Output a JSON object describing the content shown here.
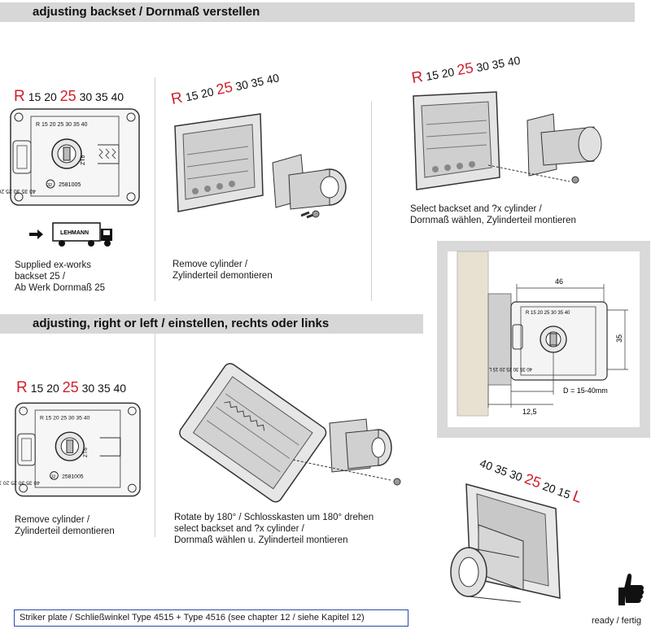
{
  "sections": {
    "backset_title": "adjusting backset / Dornmaß verstellen",
    "hand_title": "adjusting, right or left / einstellen, rechts oder links"
  },
  "scale": {
    "prefix": "R",
    "pre": "15 20",
    "highlight": "25",
    "post": "30 35 40"
  },
  "scale_reverse": {
    "pre": "40 35 30",
    "highlight": "25",
    "post": "20 15",
    "suffix": "L"
  },
  "lock_plate": {
    "top_text": "R 15 20 25 30 35 40",
    "bottom_text": "40 35 30 25 20 15 L",
    "part_number": "2581005",
    "circle_number": "32",
    "side_mark": "ZT6"
  },
  "truck_brand": "LEHMANN",
  "captions": {
    "supplied": [
      "Supplied ex-works",
      "backset 25 /",
      "Ab Werk Dornmaß 25"
    ],
    "remove": [
      "Remove cylinder /",
      "Zylinderteil demontieren"
    ],
    "select": [
      "Select backset and ?x cylinder /",
      "Dornmaß wählen, Zylinderteil montieren"
    ],
    "remove2": [
      "Remove cylinder /",
      "Zylinderteil demontieren"
    ],
    "rotate": [
      "Rotate by 180° / Schlosskasten um 180° drehen",
      "select backset and ?x cylinder /",
      "Dornmaß wählen u. Zylinderteil montieren"
    ]
  },
  "dimensions": {
    "width": "46",
    "height": "35",
    "offset": "12,5",
    "backset_range": "D = 15-40mm"
  },
  "footer": {
    "striker": "Striker plate / Schließwinkel Type 4515 + Type 4516 (see chapter 12 / siehe Kapitel 12)",
    "ready": "ready / fertig"
  }
}
